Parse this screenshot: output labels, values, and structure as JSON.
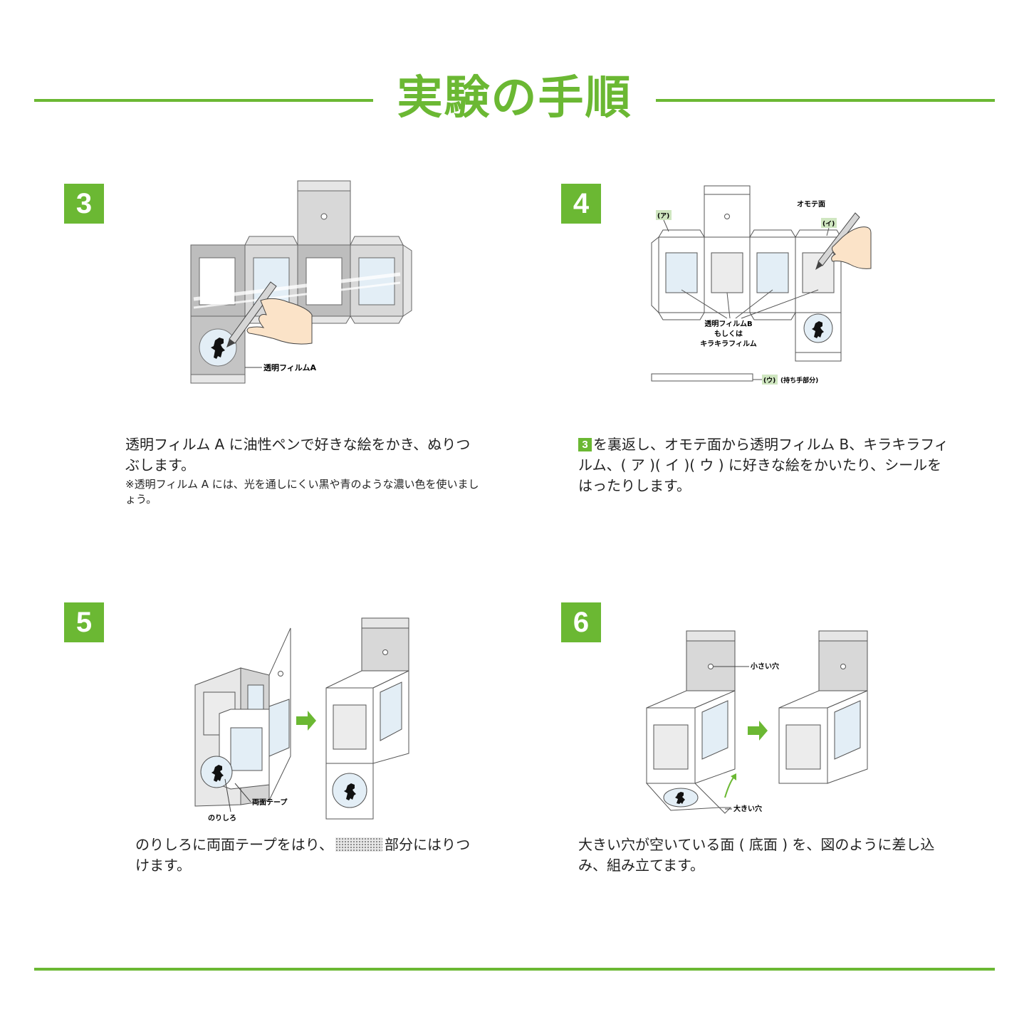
{
  "title": "実験の手順",
  "colors": {
    "accent": "#6bb833",
    "label_bg": "#cfe6c0",
    "film": "#e3eef6",
    "paper": "#d8d8d8"
  },
  "steps": [
    {
      "number": "3",
      "film_label": "透明フィルムA",
      "text": "透明フィルム A に油性ペンで好きな絵をかき、ぬりつぶします。",
      "note": "※透明フィルム A には、光を通しにくい黒や青のような濃い色を使いましょう。"
    },
    {
      "number": "4",
      "label_a": "(ア)",
      "label_i": "(イ)",
      "label_u": "(ウ)",
      "label_u_suffix": "(持ち手部分)",
      "label_front": "オモテ面",
      "film_line1": "透明フィルムB",
      "film_line2": "もしくは",
      "film_line3": "キラキラフィルム",
      "ref": "3",
      "text": "を裏返し、オモテ面から透明フィルム B、キラキラフィルム、( ア )( イ )( ウ ) に好きな絵をかいたり、シールをはったりします。"
    },
    {
      "number": "5",
      "label_tape": "両面テープ",
      "label_glue": "のりしろ",
      "text_before": "のりしろに両面テープをはり、",
      "text_after": "部分にはりつけます。"
    },
    {
      "number": "6",
      "label_small_hole": "小さい穴",
      "label_big_hole": "大きい穴",
      "text": "大きい穴が空いている面 ( 底面 ) を、図のように差し込み、組み立てます。"
    }
  ]
}
